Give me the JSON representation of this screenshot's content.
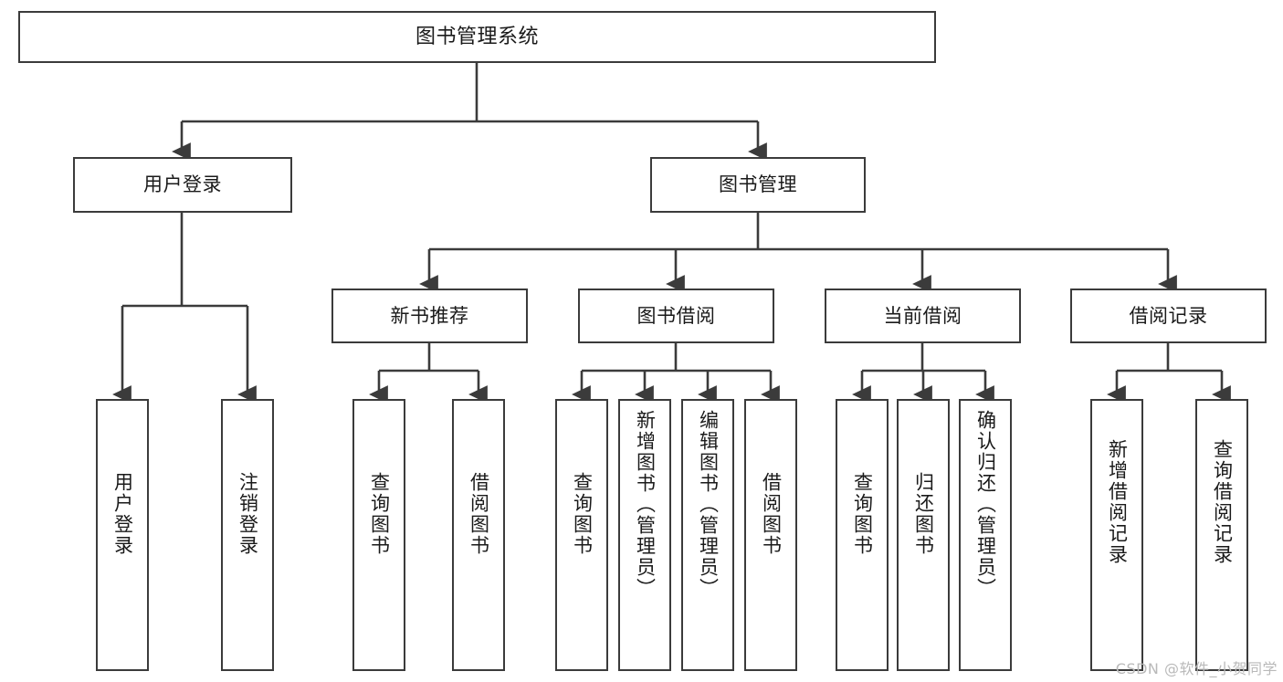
{
  "diagram": {
    "title": "图书管理系统",
    "type": "tree",
    "stroke_color": "#3b3b3b",
    "background_color": "#ffffff",
    "text_color": "#1a1a1a",
    "nodes": {
      "root": {
        "label": "图书管理系统"
      },
      "level1": [
        {
          "id": "user-login",
          "label": "用户登录"
        },
        {
          "id": "book-manage",
          "label": "图书管理"
        }
      ],
      "level2": [
        {
          "id": "new-book-recommend",
          "label": "新书推荐"
        },
        {
          "id": "book-borrow",
          "label": "图书借阅"
        },
        {
          "id": "current-borrow",
          "label": "当前借阅"
        },
        {
          "id": "borrow-record",
          "label": "借阅记录"
        }
      ],
      "leaves": [
        {
          "id": "leaf-user-login",
          "label": "用户登录",
          "parent": "user-login"
        },
        {
          "id": "leaf-logout-login",
          "label": "注销登录",
          "parent": "user-login"
        },
        {
          "id": "leaf-query-book-1",
          "label": "查询图书",
          "parent": "new-book-recommend"
        },
        {
          "id": "leaf-borrow-book-1",
          "label": "借阅图书",
          "parent": "new-book-recommend"
        },
        {
          "id": "leaf-query-book-2",
          "label": "查询图书",
          "parent": "book-borrow"
        },
        {
          "id": "leaf-add-book",
          "label": "新增图书（管理员）",
          "parent": "book-borrow"
        },
        {
          "id": "leaf-edit-book",
          "label": "编辑图书（管理员）",
          "parent": "book-borrow"
        },
        {
          "id": "leaf-borrow-book-2",
          "label": "借阅图书",
          "parent": "book-borrow"
        },
        {
          "id": "leaf-query-book-3",
          "label": "查询图书",
          "parent": "current-borrow"
        },
        {
          "id": "leaf-return-book",
          "label": "归还图书",
          "parent": "current-borrow"
        },
        {
          "id": "leaf-confirm-return",
          "label": "确认归还（管理员）",
          "parent": "current-borrow"
        },
        {
          "id": "leaf-add-record",
          "label": "新增借阅记录",
          "parent": "borrow-record"
        },
        {
          "id": "leaf-query-record",
          "label": "查询借阅记录",
          "parent": "borrow-record"
        }
      ]
    }
  },
  "watermark": {
    "text": "CSDN @软件_小贺同学"
  }
}
